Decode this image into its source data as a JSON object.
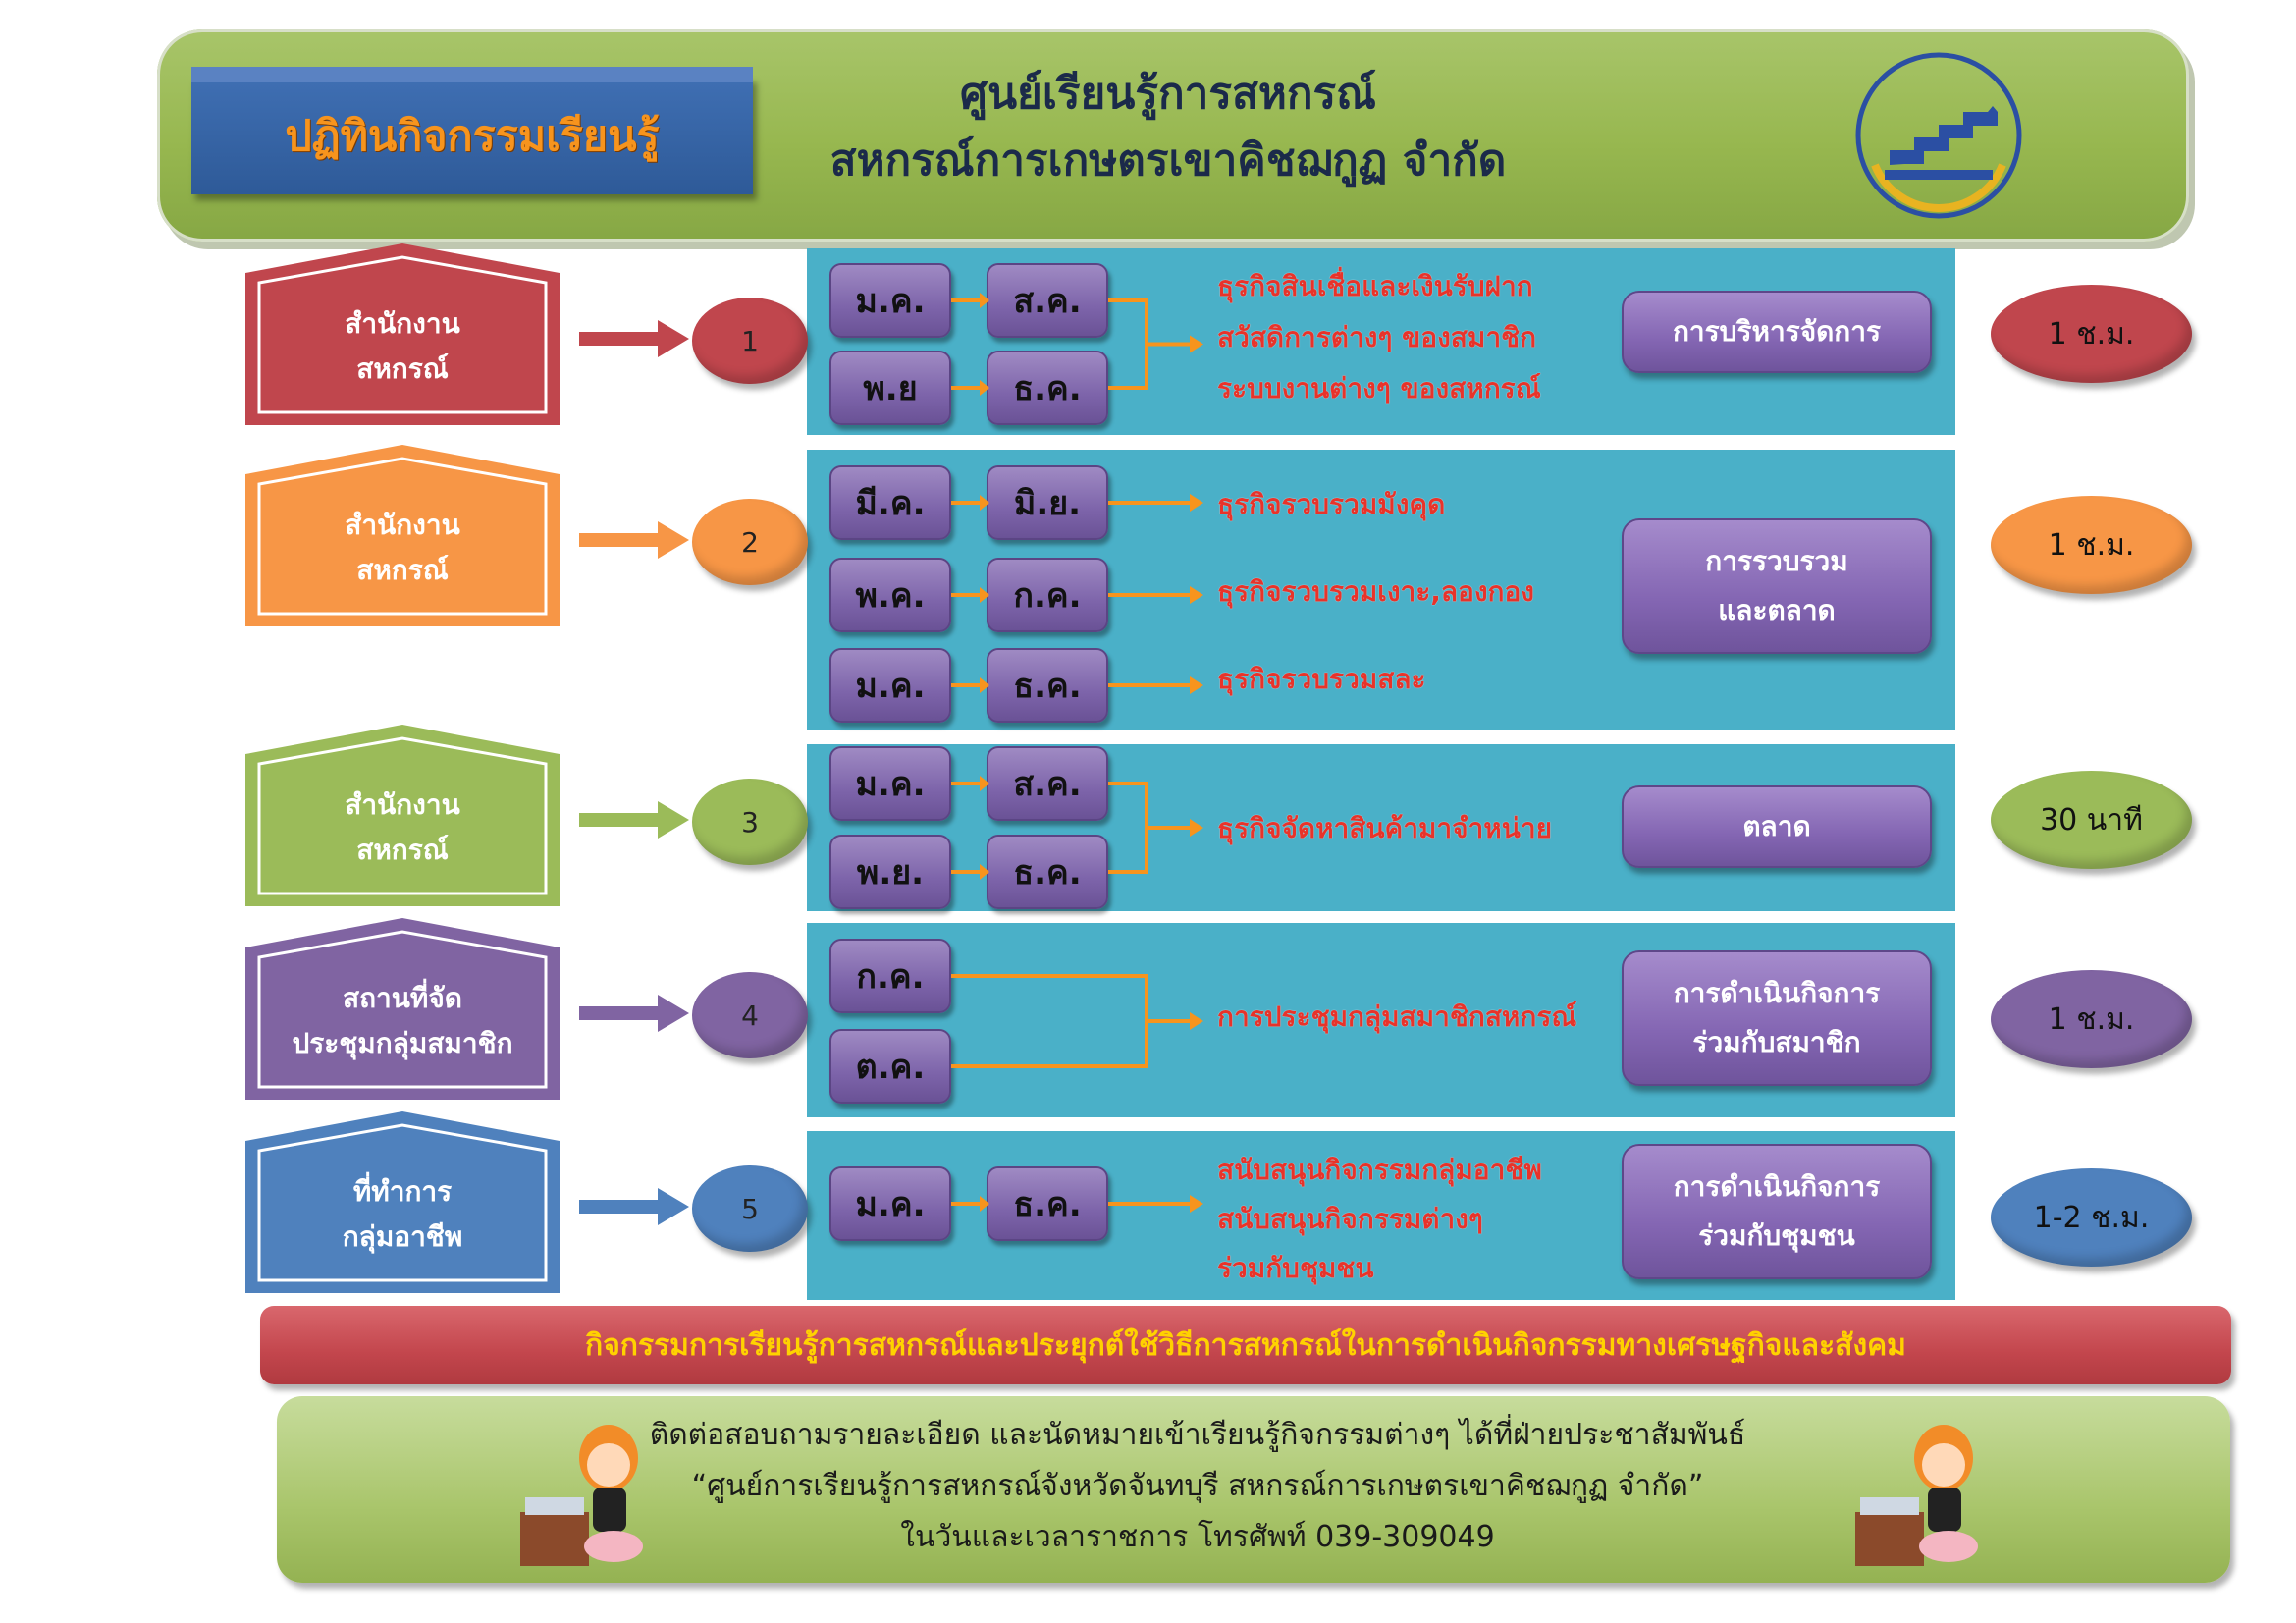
{
  "header": {
    "badge": "ปฏิทินกิจกรรมเรียนรู้",
    "title_line1": "ศูนย์เรียนรู้การสหกรณ์",
    "title_line2": "สหกรณ์การเกษตรเขาคิชฌกูฏ จำกัด",
    "logo_icon": "cooperative-logo-icon"
  },
  "rows": [
    {
      "color": "#c0464d",
      "place": [
        "สำนักงาน",
        "สหกรณ์"
      ],
      "number": "1",
      "months": [
        "ม.ค.",
        "ส.ค.",
        "พ.ย",
        "ธ.ค."
      ],
      "activities": [
        "ธุรกิจสินเชื่อและเงินรับฝาก",
        "สวัสดิการต่างๆ ของสมาชิก",
        "ระบบงานต่างๆ ของสหกรณ์"
      ],
      "category": [
        "การบริหารจัดการ"
      ],
      "duration": "1 ช.ม."
    },
    {
      "color": "#f79646",
      "place": [
        "สำนักงาน",
        "สหกรณ์"
      ],
      "number": "2",
      "months": [
        "มี.ค.",
        "มิ.ย.",
        "พ.ค.",
        "ก.ค.",
        "ม.ค.",
        "ธ.ค."
      ],
      "activities": [
        "ธุรกิจรวบรวมมังคุด",
        "ธุรกิจรวบรวมเงาะ,ลองกอง",
        "ธุรกิจรวบรวมสละ"
      ],
      "category": [
        "การรวบรวม",
        "และตลาด"
      ],
      "duration": "1 ช.ม."
    },
    {
      "color": "#9bbb59",
      "place": [
        "สำนักงาน",
        "สหกรณ์"
      ],
      "number": "3",
      "months": [
        "ม.ค.",
        "ส.ค.",
        "พ.ย.",
        "ธ.ค."
      ],
      "activities": [
        "ธุรกิจจัดหาสินค้ามาจำหน่าย"
      ],
      "category": [
        "ตลาด"
      ],
      "duration": "30 นาที"
    },
    {
      "color": "#8064a2",
      "place": [
        "สถานที่จัด",
        "ประชุมกลุ่มสมาชิก"
      ],
      "number": "4",
      "months": [
        "ก.ค.",
        "ต.ค."
      ],
      "activities": [
        "การประชุมกลุ่มสมาชิกสหกรณ์"
      ],
      "category": [
        "การดำเนินกิจการ",
        "ร่วมกับสมาชิก"
      ],
      "duration": "1 ช.ม."
    },
    {
      "color": "#4f81bd",
      "place": [
        "ที่ทำการ",
        "กลุ่มอาชีพ"
      ],
      "number": "5",
      "months": [
        "ม.ค.",
        "ธ.ค."
      ],
      "activities": [
        "สนับสนุนกิจกรรมกลุ่มอาชีพ",
        "สนับสนุนกิจกรรมต่างๆ",
        "ร่วมกับชุมชน"
      ],
      "category": [
        "การดำเนินกิจการ",
        "ร่วมกับชุมชน"
      ],
      "duration": "1-2 ช.ม."
    }
  ],
  "footer": {
    "banner": "กิจกรรมการเรียนรู้การสหกรณ์และประยุกต์ใช้วิธีการสหกรณ์ในการดำเนินกิจกรรมทางเศรษฐกิจและสังคม",
    "contact_line1": "ติดต่อสอบถามรายละเอียด และนัดหมายเข้าเรียนรู้กิจกรรมต่างๆ ได้ที่ฝ่ายประชาสัมพันธ์",
    "contact_line2": "“ศูนย์การเรียนรู้การสหกรณ์จังหวัดจันทบุรี สหกรณ์การเกษตรเขาคิชฌกูฏ จำกัด”",
    "contact_line3": "ในวันและเวลาราชการ โทรศัพท์  039-309049",
    "left_icon": "receptionist-icon",
    "right_icon": "receptionist-icon"
  }
}
